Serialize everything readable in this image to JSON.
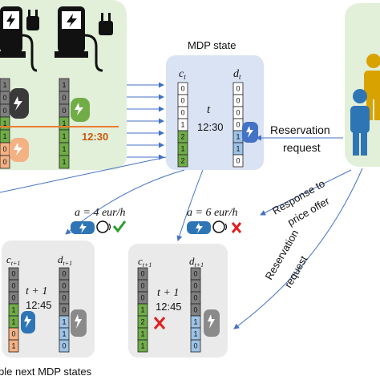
{
  "colors": {
    "station_bg": "#e2efd9",
    "state_bg": "#dae3f3",
    "next_bg": "#eaeaea",
    "users_bg": "#e2efd9",
    "arrow": "#4472c4",
    "time_line": "#ed7d31",
    "cell_dark": "#7f7f7f",
    "cell_green": "#70ad47",
    "cell_blue": "#9dc3e6",
    "cell_orange": "#f4b183",
    "cell_white": "#ffffff",
    "check": "#2aa02a",
    "cross": "#e02020",
    "person_orange": "#d8a200",
    "person_blue": "#2e75b6"
  },
  "icons": [
    "charging-station-icon",
    "ev-car-icon",
    "person-icon",
    "speaking-head-icon",
    "check-icon",
    "cross-icon"
  ],
  "station_panel": {
    "time_label": "12:30",
    "columns": [
      [
        "1",
        "0",
        "0",
        "1",
        "1",
        "0",
        "0"
      ],
      [
        "1",
        "0",
        "0",
        "1",
        "1",
        "1",
        "1"
      ]
    ]
  },
  "mdp_state": {
    "title": "MDP state",
    "c_label": "c_t",
    "d_label": "d_t",
    "t_label": "t",
    "time": "12:30",
    "c_cells": [
      "0",
      "0",
      "0",
      "1",
      "2",
      "1",
      "2"
    ],
    "d_cells": [
      "0",
      "0",
      "0",
      "0",
      "1",
      "1",
      "0"
    ]
  },
  "labels": {
    "reservation_request_1": "Reservation",
    "reservation_request_2": "request",
    "response_1": "Response to",
    "response_2": "price offer",
    "reservation_request_diag_1": "Reservation",
    "reservation_request_diag_2": "request",
    "offer_accept": "a = 4 eur/h",
    "offer_reject": "a = 6 eur/h",
    "bottom_caption": "ble next MDP states"
  },
  "next_state_left": {
    "c_label": "c_{t+1}",
    "d_label": "d_{t+1}",
    "t_label": "t + 1",
    "time": "12:45",
    "c_cells": [
      "0",
      "0",
      "0",
      "1",
      "1",
      "0",
      "1"
    ],
    "d_cells": [
      "0",
      "0",
      "0",
      "0",
      "1",
      "1",
      "0"
    ]
  },
  "next_state_right": {
    "c_label": "c_{t+1}",
    "d_label": "d_{t+1}",
    "t_label": "t + 1",
    "time": "12:45",
    "c_cells": [
      "0",
      "0",
      "0",
      "1",
      "2",
      "1",
      "1"
    ],
    "d_cells": [
      "0",
      "0",
      "0",
      "0",
      "1",
      "1",
      "0"
    ]
  }
}
